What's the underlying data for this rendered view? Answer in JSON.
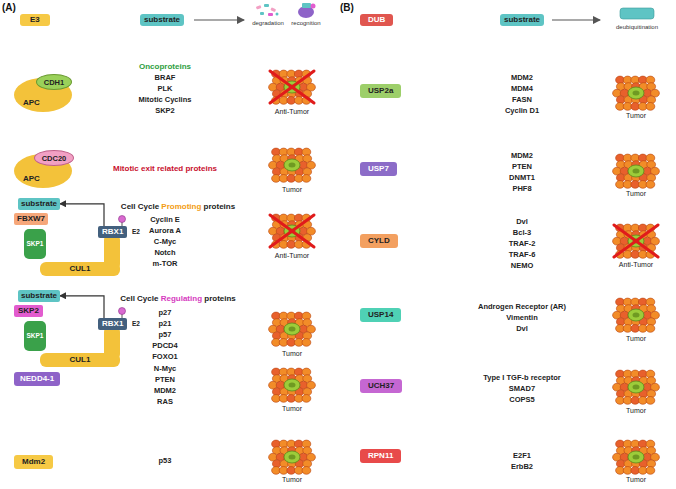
{
  "diagram": {
    "nodes": [
      {
        "text": [
          "E3"
        ]
      },
      {
        "text": [
          "substrate"
        ]
      },
      {
        "text": [
          "APC"
        ]
      },
      {
        "text": [
          "CDH1"
        ]
      },
      {
        "text": [
          "APC"
        ]
      },
      {
        "text": [
          "CDC20"
        ]
      },
      {
        "text": [
          "substrate"
        ]
      },
      {
        "text": [
          "FBXW7"
        ]
      },
      {
        "text": [
          "SKP1"
        ]
      },
      {
        "text": [
          "RBX1"
        ]
      },
      {
        "text": [
          "CUL1"
        ]
      },
      {
        "text": [
          "substrate"
        ]
      },
      {
        "text": [
          "SKP2"
        ]
      },
      {
        "text": [
          "SKP1"
        ]
      },
      {
        "text": [
          "RBX1"
        ]
      },
      {
        "text": [
          "CUL1"
        ]
      },
      {
        "text": [
          "NEDD4-1"
        ]
      },
      {
        "text": [
          "Mdm2"
        ]
      },
      {
        "text": [
          "DUB"
        ]
      },
      {
        "text": [
          "substrate"
        ]
      },
      {
        "text": [
          "USP2a"
        ]
      },
      {
        "text": [
          "USP7"
        ]
      },
      {
        "text": [
          "CYLD"
        ]
      },
      {
        "text": [
          "USP14"
        ]
      },
      {
        "text": [
          "UCH37"
        ]
      },
      {
        "text": [
          "RPN11"
        ]
      }
    ],
    "edges": [
      {
        "from": 9,
        "to": 6,
        "arrow": "to"
      },
      {
        "from": 14,
        "to": 11,
        "arrow": "to"
      }
    ],
    "labels": [
      "(A)",
      "degradation",
      "recognition",
      "(B)",
      "deubiquitination",
      "Oncoproteins",
      "BRAF",
      "PLK",
      "Mitotic Cyclins",
      "SKP2",
      "Anti-Tumor",
      "Mitotic exit related proteins",
      "Tumor",
      "Cell Cycle Promoting proteins",
      "Cyclin E",
      "Aurora A",
      "C-Myc",
      "Notch",
      "m-TOR",
      "E2",
      "Anti-Tumor",
      "Cell Cycle Regulating proteins",
      "p27",
      "p21",
      "p57",
      "PDCD4",
      "FOXO1",
      "E2",
      "Tumor",
      "N-Myc",
      "PTEN",
      "MDM2",
      "RAS",
      "Tumor",
      "p53",
      "Tumor",
      "MDM2",
      "MDM4",
      "FASN",
      "Cyclin D1",
      "Tumor",
      "MDM2",
      "PTEN",
      "DNMT1",
      "PHF8",
      "Tumor",
      "Dvl",
      "Bcl-3",
      "TRAF-2",
      "TRAF-6",
      "NEMO",
      "Anti-Tumor",
      "Androgen Receptor (AR)",
      "Vimentin",
      "Dvl",
      "Tumor",
      "Type I TGF-b receptor",
      "SMAD7",
      "COPS5",
      "Tumor",
      "E2F1",
      "ErbB2",
      "Tumor"
    ]
  }
}
